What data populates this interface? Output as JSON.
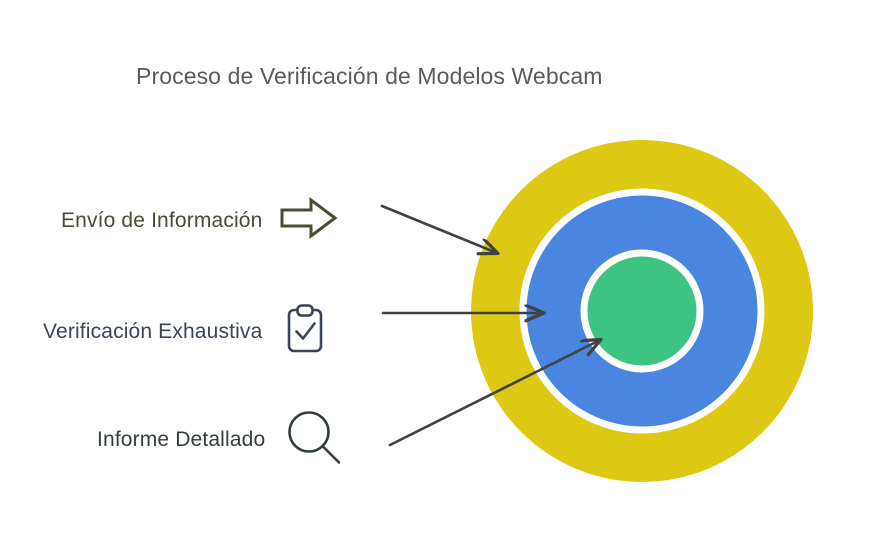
{
  "title": "Proceso de Verificación de Modelos Webcam",
  "colors": {
    "title_text": "#5b5b5b",
    "outer_ring": "#ddc913",
    "middle_ring": "#4a85e0",
    "inner_circle": "#3dc483",
    "ring_gap": "#ffffff",
    "connector": "#40433f",
    "envio_text": "#4c4b36",
    "verificacion_text": "#3c4557",
    "informe_text": "#344039"
  },
  "steps": [
    {
      "label": "Envío de Información",
      "icon": "arrow-right-icon",
      "icon_color": "#4c4b36",
      "target_ring": "outer_ring"
    },
    {
      "label": "Verificación Exhaustiva",
      "icon": "clipboard-check-icon",
      "icon_color": "#3c4557",
      "target_ring": "middle_ring"
    },
    {
      "label": "Informe Detallado",
      "icon": "magnifier-icon",
      "icon_color": "#344039",
      "target_ring": "inner_circle"
    }
  ]
}
